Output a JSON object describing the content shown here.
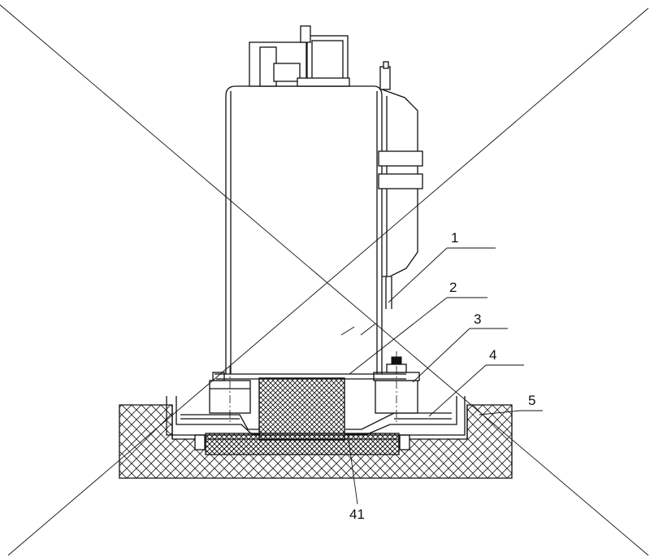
{
  "labels": {
    "part1": "1",
    "part2": "2",
    "part3": "3",
    "part4": "4",
    "part5": "5",
    "part41": "41"
  }
}
